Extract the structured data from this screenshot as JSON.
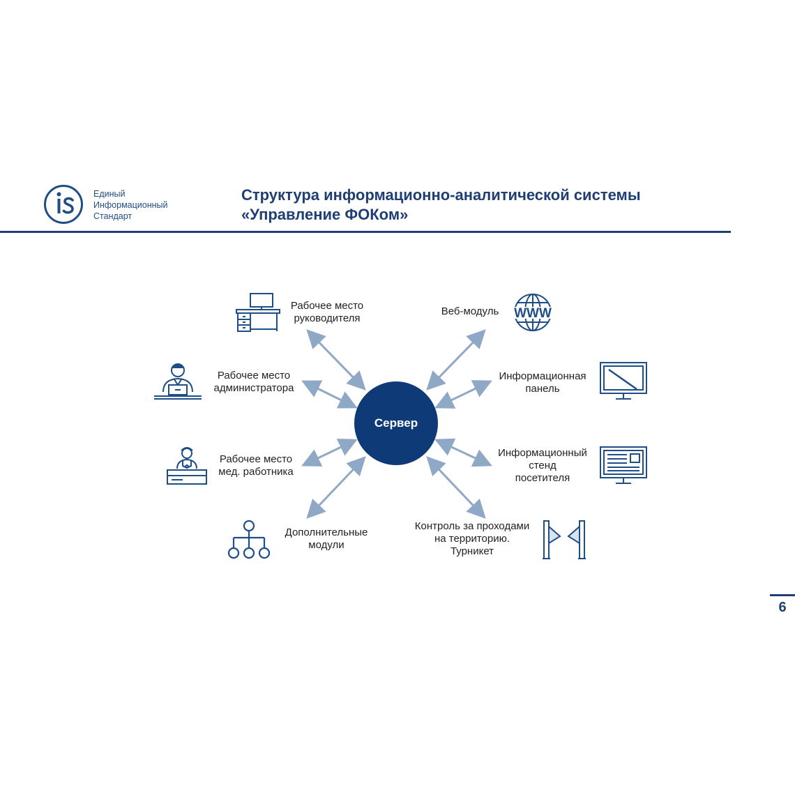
{
  "header": {
    "logo_mark": "iS",
    "logo_lines": [
      "Единый",
      "Информационный",
      "Стандарт"
    ],
    "title_lines": [
      "Структура информационно-аналитической системы",
      "«Управление ФОКом»"
    ]
  },
  "diagram": {
    "center": "Сервер",
    "left_nodes": [
      {
        "lines": [
          "Рабочее место",
          "руководителя"
        ],
        "icon": "office-desk-icon"
      },
      {
        "lines": [
          "Рабочее место",
          "администратора"
        ],
        "icon": "admin-workstation-icon"
      },
      {
        "lines": [
          "Рабочее место",
          "мед. работника"
        ],
        "icon": "medical-worker-icon"
      },
      {
        "lines": [
          "Дополнительные",
          "модули"
        ],
        "icon": "hierarchy-modules-icon"
      }
    ],
    "right_nodes": [
      {
        "lines": [
          "Веб-модуль"
        ],
        "icon": "globe-www-icon"
      },
      {
        "lines": [
          "Информационная",
          "панель"
        ],
        "icon": "monitor-panel-icon"
      },
      {
        "lines": [
          "Информационный",
          "стенд",
          "посетителя"
        ],
        "icon": "info-kiosk-icon"
      },
      {
        "lines": [
          "Контроль за проходами",
          "на территорию.",
          "Турникет"
        ],
        "icon": "turnstile-icon"
      }
    ]
  },
  "page_number": "6",
  "colors": {
    "primary": "#1f3f74",
    "server": "#0f3a78",
    "arrow": "#8fa8c6"
  }
}
